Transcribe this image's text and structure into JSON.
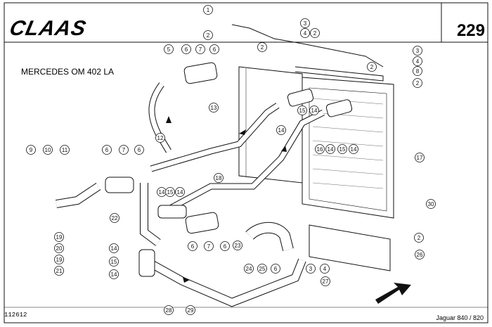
{
  "brand": "CLAAS",
  "page_number": "229",
  "engine_label": "MERCEDES OM 402 LA",
  "document_number": "112612",
  "model_label": "Jaguar 840 / 820",
  "callouts": [
    "1",
    "2",
    "3",
    "4",
    "2",
    "2",
    "3",
    "4",
    "5",
    "6",
    "7",
    "6",
    "8",
    "2",
    "2",
    "13",
    "14",
    "15",
    "14",
    "16",
    "14",
    "15",
    "14",
    "17",
    "12",
    "9",
    "10",
    "11",
    "6",
    "7",
    "6",
    "18",
    "14",
    "15",
    "14",
    "22",
    "6",
    "7",
    "6",
    "23",
    "24",
    "25",
    "6",
    "3",
    "4",
    "2",
    "26",
    "19",
    "20",
    "19",
    "21",
    "14",
    "15",
    "14",
    "27",
    "30",
    "28",
    "29"
  ],
  "colors": {
    "ink": "#111111",
    "paper": "#ffffff"
  },
  "icons": {
    "direction_arrow": "arrow-up-right-icon"
  }
}
